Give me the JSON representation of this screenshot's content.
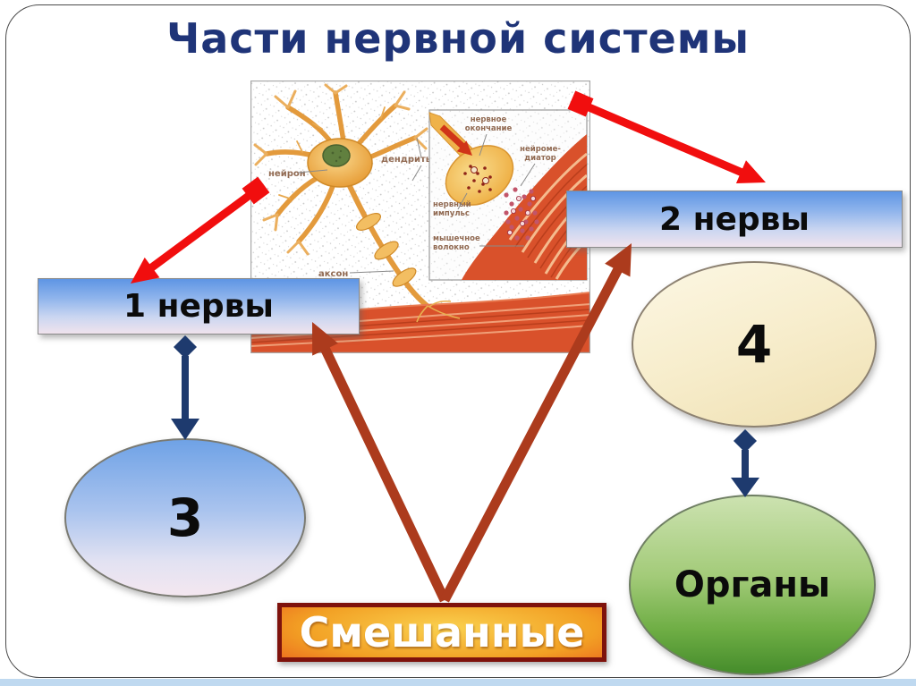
{
  "title": "Части нервной системы",
  "diagram": {
    "box1": "1 нервы",
    "box2": "2 нервы",
    "ellipse3": "3",
    "ellipse4": "4",
    "organs": "Органы",
    "mixed": "Смешанные"
  },
  "neuron_image": {
    "neuron": "нейрон",
    "dendrites": "дендриты",
    "axon": "аксон",
    "nerve_ending_line1": "нервное",
    "nerve_ending_line2": "окончание",
    "neurotransmitter_line1": "нейроме-",
    "neurotransmitter_line2": "диатор",
    "impulse_line1": "нервный",
    "impulse_line2": "импульс",
    "muscle_line1": "мышечное",
    "muscle_line2": "волокно"
  },
  "colors": {
    "title_text": "#1F3478",
    "red_arrow": "#F10E0E",
    "brown_arrow": "#AC3B1D",
    "navy_connector": "#1E3A6E",
    "box_blue_top": "#5E95E4",
    "mixed_center": "#FAD14F",
    "mixed_edge": "#DD1A0C",
    "mixed_border": "#7E120C",
    "organs_green": "#458C2B",
    "ellipse4_cream": "#F7EDCC",
    "bottom_strip": "#BFD9F0"
  }
}
